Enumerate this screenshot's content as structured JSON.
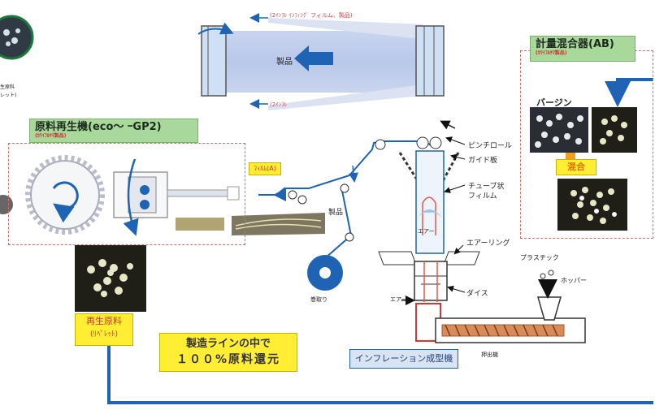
{
  "top": {
    "film_label_top": "(2ｲﾝﾌﾚ ｲﾝﾌｨﾝｸﾞ フィルム、製品)",
    "film_label_bottom": "(2ｲﾝﾌﾚ",
    "product_label": "製品"
  },
  "left_edge": {
    "label_line1": "生原料",
    "label_line2": "レット)"
  },
  "recycler": {
    "title": "原料再生機(eco〜 ｰGP2)",
    "subtitle": "(ｶﾜｲﾌﾙﾔﾏ製品)",
    "tag": "ﾌｨﾙﾑ(A)",
    "recycled_label_line1": "再生原料",
    "recycled_label_line2": "(ﾘﾍﾟﾚｯﾄ)"
  },
  "mixer": {
    "title": "計量混合器(AB)",
    "subtitle": "(ｶﾜｲﾌﾙﾔﾏ製品)",
    "virgin_label": "バージン",
    "mix_label": "混合"
  },
  "line_labels": {
    "product": "製品",
    "pinch_roll": "ピンチロール",
    "guide_plate": "ガイド板",
    "tube_film_line1": "チューブ状",
    "tube_film_line2": "フィルム",
    "air": "エアー",
    "air_ring": "エアーリング",
    "die": "ダイス",
    "air_in": "エアー",
    "plastic": "プラスチック",
    "hopper": "ホッパー",
    "extruder": "押出機",
    "winder": "巻取り"
  },
  "machine_name": "インフレーション成型機",
  "message": {
    "line1": "製造ラインの中で",
    "line2": "１００%原料還元"
  },
  "colors": {
    "flow_blue": "#1f63b4",
    "dashed_red": "#e06a60",
    "green_label": "#a8d89a",
    "yellow_label": "#ffee33",
    "orange_arrow": "#f0a020"
  }
}
